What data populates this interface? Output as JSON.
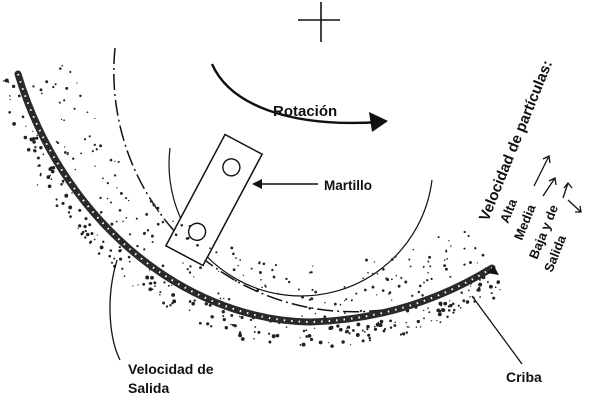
{
  "labels": {
    "rotation": "Rotación",
    "hammer": "Martillo",
    "screen": "Criba",
    "exit_velocity_line1": "Velocidad de",
    "exit_velocity_line2": "Salida",
    "particle_velocity_title": "Velocidad de partículas:",
    "speed_high": "Alta",
    "speed_medium": "Media",
    "speed_low_line1": "Baja y de",
    "speed_low_line2": "Salida"
  },
  "colors": {
    "ink": "#111111",
    "screen_band": "#2a2a2a",
    "paper": "#ffffff"
  }
}
